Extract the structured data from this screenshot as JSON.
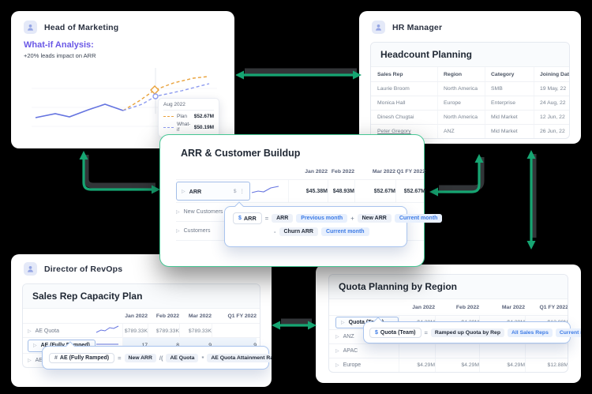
{
  "colors": {
    "arrow_green": "#16A572",
    "card_border_green": "#46C794",
    "indigo": "#6574E0",
    "orange": "#E9A23B",
    "blue": "#3D7BE5",
    "purple": "#6A58E6"
  },
  "marketing": {
    "title": "Head of Marketing",
    "subtitle": "What-if Analysis:",
    "caption": "+20% leads impact on ARR",
    "tooltip": {
      "date": "Aug 2022",
      "plan_label": "Plan",
      "plan_value": "$52.67M",
      "whatif_label": "What-if",
      "whatif_value": "$50.19M"
    }
  },
  "hr": {
    "title": "HR Manager",
    "panel_title": "Headcount Planning",
    "columns": [
      "Sales Rep",
      "Region",
      "Category",
      "Joining Date"
    ],
    "rows": [
      [
        "Laurie Broom",
        "North America",
        "SMB",
        "19 May, 22"
      ],
      [
        "Monica Hall",
        "Europe",
        "Enterprise",
        "24 Aug, 22"
      ],
      [
        "Dinesh Chugtai",
        "North America",
        "Mid Market",
        "12 Jun, 22"
      ],
      [
        "Peter Gregory",
        "ANZ",
        "Mid Market",
        "26 Jun, 22"
      ]
    ]
  },
  "arr": {
    "title": "ARR & Customer Buildup",
    "columns": [
      "Jan 2022",
      "Feb 2022",
      "Mar 2022",
      "Q1 FY 2022"
    ],
    "caret": "▷",
    "row1": {
      "label": "ARR",
      "dollar_icon": "$",
      "menu_icon": "⋮",
      "values": [
        "$45.38M",
        "$48.93M",
        "$52.67M",
        "$52.67M"
      ]
    },
    "row2": {
      "label": "New Customers"
    },
    "row3": {
      "label": "Customers"
    },
    "formula": {
      "lhs_icon": "$",
      "lhs": "ARR",
      "eq": "=",
      "chip1": "ARR",
      "tag1": "Previous month",
      "op1": "+",
      "chip2": "New ARR",
      "tag2": "Current month",
      "op2": "-",
      "chip3": "Churn ARR",
      "tag3": "Current month"
    }
  },
  "revops": {
    "title": "Director of RevOps",
    "panel_title": "Sales Rep Capacity Plan",
    "columns": [
      "Jan 2022",
      "Feb 2022",
      "Mar 2022",
      "Q1 FY 2022"
    ],
    "caret": "▷",
    "row1": {
      "label": "AE Quota",
      "values": [
        "$789.33K",
        "$789.33K",
        "$789.33K",
        ""
      ]
    },
    "row2": {
      "label": "AE (Fully Ramped)",
      "values": [
        "17",
        "8",
        "9",
        "9"
      ]
    },
    "row3": {
      "label": "AE ("
    },
    "formula": {
      "lhs_icon": "#",
      "lhs": "AE (Fully Ramped)",
      "eq": "=",
      "chip1": "New ARR",
      "op1": "/(",
      "chip2": "AE Quota",
      "op2": "*",
      "chip3": "AE Quota Attainment Rate",
      "op3": ")"
    }
  },
  "quota": {
    "panel_title": "Quota Planning by Region",
    "columns": [
      "Jan 2022",
      "Feb 2022",
      "Mar 2022",
      "Q1 FY 2022"
    ],
    "caret": "▷",
    "row1": {
      "label": "Quota (Team)",
      "values": [
        "$4.29M",
        "$4.29M",
        "$4.29M",
        "$12.88M"
      ]
    },
    "row2": {
      "label": "ANZ"
    },
    "row3": {
      "label": "APAC"
    },
    "row4": {
      "label": "Europe",
      "values": [
        "$4.29M",
        "$4.29M",
        "$4.29M",
        "$12.88M"
      ]
    },
    "formula": {
      "lhs_icon": "$",
      "lhs": "Quota (Team)",
      "eq": "=",
      "chip1": "Ramped up Quota by Rep",
      "tag1": "All Sales Reps",
      "tag2": "Current month"
    }
  }
}
